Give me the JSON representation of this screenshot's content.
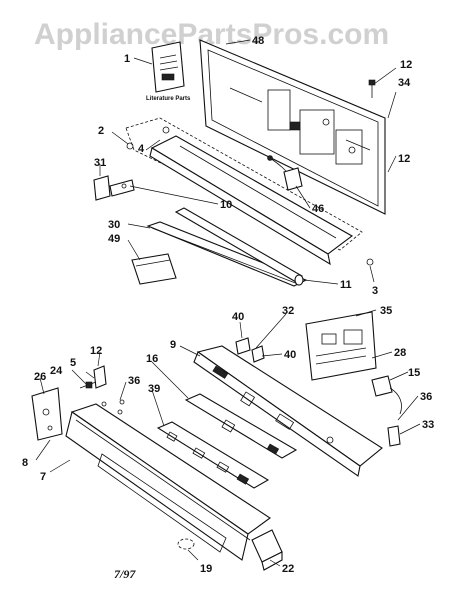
{
  "watermark": "AppliancePartsPros.com",
  "literature_label": "Literature Parts",
  "date_code": "7/97",
  "callouts": {
    "c1": "1",
    "c48": "48",
    "c12a": "12",
    "c34": "34",
    "c12b": "12",
    "c2": "2",
    "c4": "4",
    "c31": "31",
    "c10": "10",
    "c46": "46",
    "c30": "30",
    "c49": "49",
    "c11": "11",
    "c3": "3",
    "c40a": "40",
    "c32": "32",
    "c35": "35",
    "c9": "9",
    "c40b": "40",
    "c28": "28",
    "c16": "16",
    "c12c": "12",
    "c5": "5",
    "c24": "24",
    "c26": "26",
    "c36a": "36",
    "c39": "39",
    "c15": "15",
    "c36b": "36",
    "c33": "33",
    "c8": "8",
    "c7": "7",
    "c19": "19",
    "c22": "22"
  }
}
